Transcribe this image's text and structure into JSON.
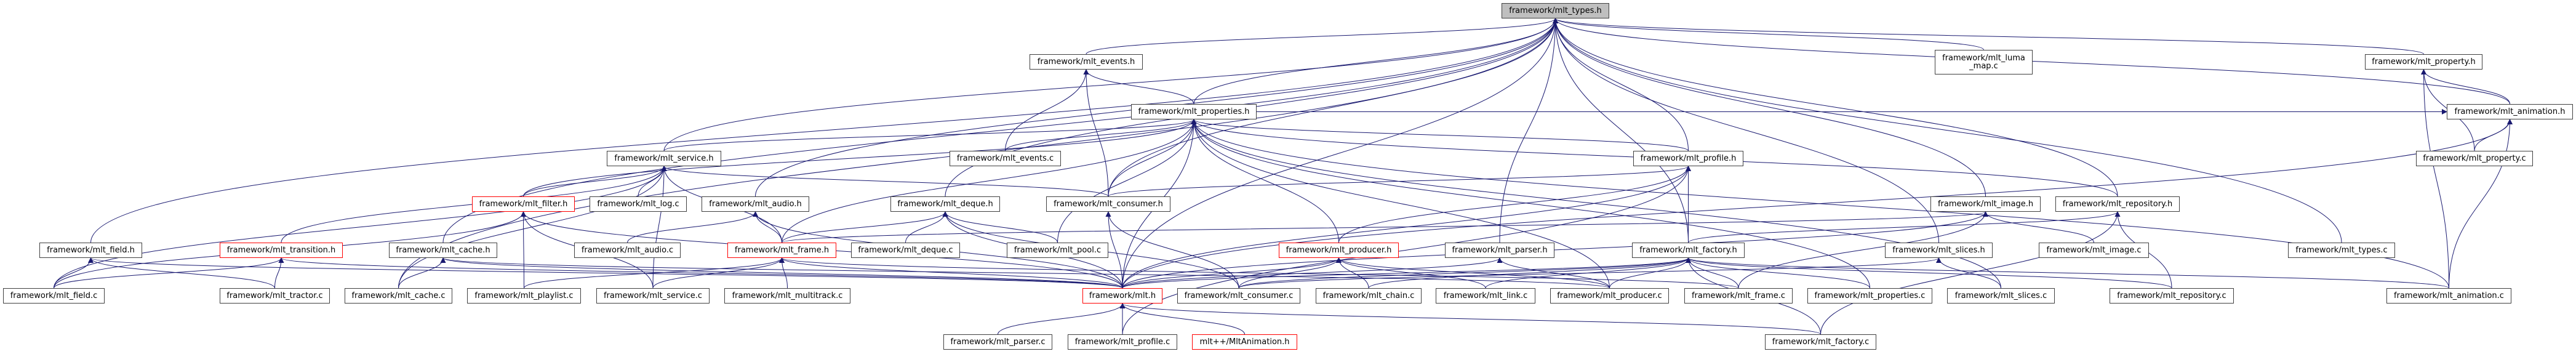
{
  "graph": {
    "title": "framework/mlt_types.h",
    "colors": {
      "edge": "#191970",
      "node_border": "#404040",
      "incomplete_border": "#ff0000",
      "root_fill": "#bfbfbf"
    },
    "nodes": [
      {
        "id": "types_h",
        "label": "framework/mlt_types.h",
        "root": true
      },
      {
        "id": "events_h",
        "label": "framework/mlt_events.h"
      },
      {
        "id": "property_h",
        "label": "framework/mlt_property.h"
      },
      {
        "id": "luma_map_c",
        "label": "framework/mlt_luma\n_map.c"
      },
      {
        "id": "properties_h",
        "label": "framework/mlt_properties.h"
      },
      {
        "id": "animation_h",
        "label": "framework/mlt_animation.h"
      },
      {
        "id": "service_h",
        "label": "framework/mlt_service.h"
      },
      {
        "id": "events_c",
        "label": "framework/mlt_events.c"
      },
      {
        "id": "profile_h",
        "label": "framework/mlt_profile.h"
      },
      {
        "id": "property_c",
        "label": "framework/mlt_property.c"
      },
      {
        "id": "filter_h",
        "label": "framework/mlt_filter.h",
        "incomplete": true
      },
      {
        "id": "log_c",
        "label": "framework/mlt_log.c"
      },
      {
        "id": "audio_h",
        "label": "framework/mlt_audio.h"
      },
      {
        "id": "deque_h",
        "label": "framework/mlt_deque.h"
      },
      {
        "id": "consumer_h",
        "label": "framework/mlt_consumer.h"
      },
      {
        "id": "image_h",
        "label": "framework/mlt_image.h"
      },
      {
        "id": "repository_h",
        "label": "framework/mlt_repository.h"
      },
      {
        "id": "field_h",
        "label": "framework/mlt_field.h"
      },
      {
        "id": "transition_h",
        "label": "framework/mlt_transition.h",
        "incomplete": true
      },
      {
        "id": "cache_h",
        "label": "framework/mlt_cache.h"
      },
      {
        "id": "audio_c",
        "label": "framework/mlt_audio.c"
      },
      {
        "id": "frame_h",
        "label": "framework/mlt_frame.h",
        "incomplete": true
      },
      {
        "id": "deque_c",
        "label": "framework/mlt_deque.c"
      },
      {
        "id": "pool_c",
        "label": "framework/mlt_pool.c"
      },
      {
        "id": "producer_h",
        "label": "framework/mlt_producer.h",
        "incomplete": true
      },
      {
        "id": "parser_h",
        "label": "framework/mlt_parser.h"
      },
      {
        "id": "factory_h",
        "label": "framework/mlt_factory.h"
      },
      {
        "id": "slices_h",
        "label": "framework/mlt_slices.h"
      },
      {
        "id": "image_c",
        "label": "framework/mlt_image.c"
      },
      {
        "id": "types_c",
        "label": "framework/mlt_types.c"
      },
      {
        "id": "field_c",
        "label": "framework/mlt_field.c"
      },
      {
        "id": "tractor_c",
        "label": "framework/mlt_tractor.c"
      },
      {
        "id": "cache_c",
        "label": "framework/mlt_cache.c"
      },
      {
        "id": "playlist_c",
        "label": "framework/mlt_playlist.c"
      },
      {
        "id": "service_c",
        "label": "framework/mlt_service.c"
      },
      {
        "id": "multitrack_c",
        "label": "framework/mlt_multitrack.c"
      },
      {
        "id": "mlt_h",
        "label": "framework/mlt.h",
        "incomplete": true
      },
      {
        "id": "consumer_c",
        "label": "framework/mlt_consumer.c"
      },
      {
        "id": "chain_c",
        "label": "framework/mlt_chain.c"
      },
      {
        "id": "link_c",
        "label": "framework/mlt_link.c"
      },
      {
        "id": "producer_c",
        "label": "framework/mlt_producer.c"
      },
      {
        "id": "frame_c",
        "label": "framework/mlt_frame.c"
      },
      {
        "id": "properties_c",
        "label": "framework/mlt_properties.c"
      },
      {
        "id": "slices_c",
        "label": "framework/mlt_slices.c"
      },
      {
        "id": "repository_c",
        "label": "framework/mlt_repository.c"
      },
      {
        "id": "animation_c",
        "label": "framework/mlt_animation.c"
      },
      {
        "id": "parser_c",
        "label": "framework/mlt_parser.c"
      },
      {
        "id": "profile_c",
        "label": "framework/mlt_profile.c"
      },
      {
        "id": "mltanimation_h",
        "label": "mlt++/MltAnimation.h",
        "incomplete": true
      },
      {
        "id": "factory_c",
        "label": "framework/mlt_factory.c"
      }
    ],
    "edges": [
      [
        "events_h",
        "types_h"
      ],
      [
        "property_h",
        "types_h"
      ],
      [
        "luma_map_c",
        "types_h"
      ],
      [
        "properties_h",
        "types_h"
      ],
      [
        "animation_h",
        "types_h"
      ],
      [
        "service_h",
        "types_h"
      ],
      [
        "profile_h",
        "types_h"
      ],
      [
        "audio_h",
        "types_h"
      ],
      [
        "deque_h",
        "types_h"
      ],
      [
        "image_h",
        "types_h"
      ],
      [
        "repository_h",
        "types_h"
      ],
      [
        "field_h",
        "types_h"
      ],
      [
        "cache_h",
        "types_h"
      ],
      [
        "parser_h",
        "types_h"
      ],
      [
        "factory_h",
        "types_h"
      ],
      [
        "slices_h",
        "types_h"
      ],
      [
        "types_c",
        "types_h"
      ],
      [
        "cache_c",
        "types_h"
      ],
      [
        "mlt_h",
        "types_h"
      ],
      [
        "consumer_h",
        "types_h"
      ],
      [
        "properties_h",
        "events_h"
      ],
      [
        "events_c",
        "events_h"
      ],
      [
        "consumer_h",
        "events_h"
      ],
      [
        "animation_h",
        "property_h"
      ],
      [
        "property_c",
        "property_h"
      ],
      [
        "animation_c",
        "property_h"
      ],
      [
        "properties_h",
        "animation_h"
      ],
      [
        "property_c",
        "animation_h"
      ],
      [
        "animation_c",
        "animation_h"
      ],
      [
        "mlt_h",
        "animation_h"
      ],
      [
        "service_h",
        "properties_h"
      ],
      [
        "events_c",
        "properties_h"
      ],
      [
        "profile_h",
        "properties_h"
      ],
      [
        "filter_h",
        "properties_h"
      ],
      [
        "consumer_h",
        "properties_h"
      ],
      [
        "frame_h",
        "properties_h"
      ],
      [
        "producer_h",
        "properties_h"
      ],
      [
        "repository_h",
        "properties_h"
      ],
      [
        "mlt_h",
        "properties_h"
      ],
      [
        "properties_c",
        "properties_h"
      ],
      [
        "pool_c",
        "properties_h"
      ],
      [
        "animation_c",
        "properties_h"
      ],
      [
        "slices_c",
        "properties_h"
      ],
      [
        "producer_c",
        "properties_h"
      ],
      [
        "filter_h",
        "service_h"
      ],
      [
        "log_c",
        "service_h"
      ],
      [
        "transition_h",
        "service_h"
      ],
      [
        "consumer_h",
        "service_h"
      ],
      [
        "frame_h",
        "service_h"
      ],
      [
        "service_c",
        "service_h"
      ],
      [
        "field_c",
        "service_h"
      ],
      [
        "cache_c",
        "service_h"
      ],
      [
        "field_c",
        "filter_h"
      ],
      [
        "playlist_c",
        "filter_h"
      ],
      [
        "service_c",
        "filter_h"
      ],
      [
        "mlt_h",
        "filter_h"
      ],
      [
        "audio_c",
        "audio_h"
      ],
      [
        "frame_h",
        "audio_h"
      ],
      [
        "mlt_h",
        "audio_h"
      ],
      [
        "deque_c",
        "deque_h"
      ],
      [
        "pool_c",
        "deque_h"
      ],
      [
        "mlt_h",
        "deque_h"
      ],
      [
        "frame_h",
        "deque_h"
      ],
      [
        "consumer_c",
        "deque_h"
      ],
      [
        "mlt_h",
        "consumer_h"
      ],
      [
        "consumer_c",
        "consumer_h"
      ],
      [
        "frame_h",
        "image_h"
      ],
      [
        "image_c",
        "image_h"
      ],
      [
        "mlt_h",
        "image_h"
      ],
      [
        "frame_c",
        "image_h"
      ],
      [
        "factory_h",
        "repository_h"
      ],
      [
        "repository_c",
        "repository_h"
      ],
      [
        "factory_c",
        "repository_h"
      ],
      [
        "field_c",
        "field_h"
      ],
      [
        "tractor_c",
        "field_h"
      ],
      [
        "mlt_h",
        "field_h"
      ],
      [
        "tractor_c",
        "transition_h"
      ],
      [
        "field_c",
        "transition_h"
      ],
      [
        "mlt_h",
        "transition_h"
      ],
      [
        "cache_c",
        "cache_h"
      ],
      [
        "mlt_h",
        "cache_h"
      ],
      [
        "producer_c",
        "cache_h"
      ],
      [
        "multitrack_c",
        "frame_h"
      ],
      [
        "mlt_h",
        "frame_h"
      ],
      [
        "service_c",
        "frame_h"
      ],
      [
        "frame_c",
        "frame_h"
      ],
      [
        "playlist_c",
        "frame_h"
      ],
      [
        "consumer_c",
        "producer_h"
      ],
      [
        "mlt_h",
        "producer_h"
      ],
      [
        "producer_c",
        "producer_h"
      ],
      [
        "chain_c",
        "producer_h"
      ],
      [
        "link_c",
        "producer_h"
      ],
      [
        "mlt_h",
        "parser_h"
      ],
      [
        "producer_c",
        "parser_h"
      ],
      [
        "mlt_h",
        "factory_h"
      ],
      [
        "producer_c",
        "factory_h"
      ],
      [
        "properties_c",
        "factory_h"
      ],
      [
        "factory_c",
        "factory_h"
      ],
      [
        "link_c",
        "factory_h"
      ],
      [
        "chain_c",
        "factory_h"
      ],
      [
        "consumer_c",
        "factory_h"
      ],
      [
        "frame_c",
        "factory_h"
      ],
      [
        "repository_c",
        "factory_h"
      ],
      [
        "animation_c",
        "factory_h"
      ],
      [
        "slices_c",
        "slices_h"
      ],
      [
        "consumer_c",
        "slices_h"
      ],
      [
        "factory_h",
        "profile_h"
      ],
      [
        "mlt_h",
        "profile_h"
      ],
      [
        "producer_h",
        "profile_h"
      ],
      [
        "consumer_h",
        "profile_h"
      ],
      [
        "profile_c",
        "profile_h"
      ],
      [
        "parser_c",
        "mlt_h"
      ],
      [
        "profile_c",
        "mlt_h"
      ],
      [
        "mltanimation_h",
        "mlt_h"
      ],
      [
        "factory_c",
        "mlt_h"
      ]
    ]
  }
}
